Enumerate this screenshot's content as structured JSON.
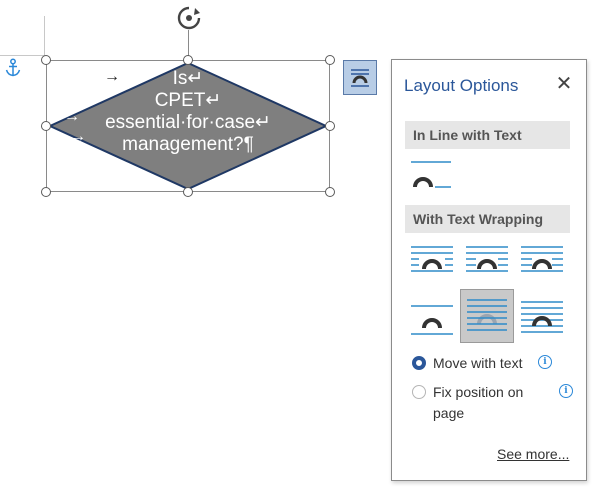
{
  "shape": {
    "text_lines": [
      "Is↵",
      "CPET↵",
      "essential·for·case↵",
      "management?¶"
    ],
    "fill_color": "#7f7f7f",
    "border_color": "#1f3864",
    "icons": [
      "anchor-icon",
      "rotate-handle-icon",
      "tab-arrow-icon"
    ]
  },
  "arrows": {
    "a1": "→",
    "a2": "→",
    "a3": "→"
  },
  "layout_button": {
    "icon": "layout-options-icon"
  },
  "panel": {
    "title": "Layout Options",
    "close_label": "✕",
    "inline_section": "In Line with Text",
    "wrapping_section": "With Text Wrapping",
    "wrap_options": [
      "square",
      "tight",
      "through",
      "top-and-bottom",
      "behind-text",
      "in-front-of-text"
    ],
    "selected_wrap": "behind-text",
    "move_with_text": {
      "label": "Move with text",
      "selected": true
    },
    "fix_position": {
      "label_line1": "Fix position on",
      "label_line2": "page",
      "selected": false
    },
    "see_more": "See more...",
    "accent_color": "#2b579a",
    "icon_line_color": "#2e8bc9"
  }
}
